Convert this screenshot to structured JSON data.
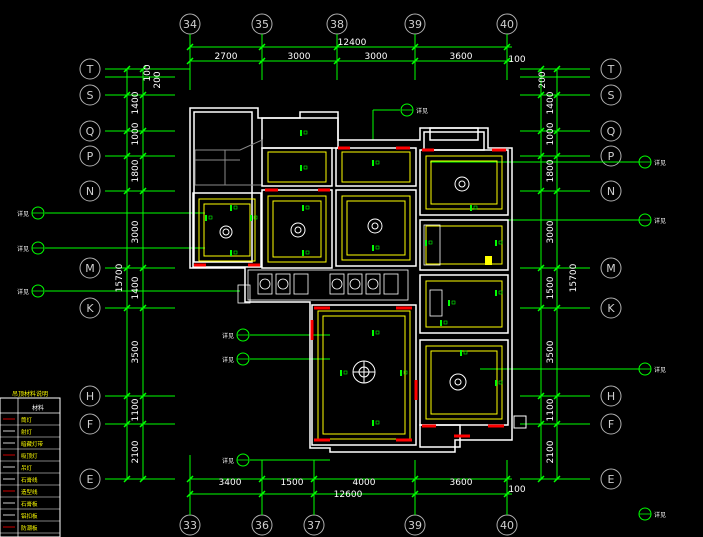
{
  "colors": {
    "background": "#000000",
    "dimension": "#00ff00",
    "wall": "#ffffff",
    "furniture": "#ffffff",
    "ceiling_line": "#ffff00",
    "accent_red": "#ff0000",
    "axis_bubble": "#b0b0b0",
    "axis_text": "#d0d0d0",
    "cyan": "#00ffff"
  },
  "axes": {
    "top": [
      "34",
      "35",
      "38",
      "39",
      "40"
    ],
    "bottom": [
      "33",
      "36",
      "37",
      "39",
      "40"
    ],
    "left": [
      "T",
      "S",
      "Q",
      "P",
      "N",
      "M",
      "K",
      "H",
      "F",
      "E"
    ],
    "right": [
      "T",
      "S",
      "Q",
      "P",
      "N",
      "M",
      "K",
      "H",
      "F",
      "E"
    ]
  },
  "dimensions": {
    "top_total": "12400",
    "top_segments": [
      "2700",
      "3000",
      "3000",
      "3600"
    ],
    "top_extra": "100",
    "bottom_total": "12600",
    "bottom_segments": [
      "3400",
      "1500",
      "4000",
      "3600"
    ],
    "bottom_extra": "100",
    "left_total": "15700",
    "left_segments": [
      "100",
      "200",
      "1400",
      "1000",
      "1800",
      "3000",
      "1400",
      "3500",
      "1100",
      "2100"
    ],
    "right_total": "15700",
    "right_segments": [
      "200",
      "1400",
      "1000",
      "1800",
      "3000",
      "1500",
      "3500",
      "1100",
      "2100"
    ]
  },
  "callouts": {
    "left": [
      "详见",
      "详见",
      "详见",
      "详见",
      "详见",
      "详见"
    ],
    "right": [
      "详见",
      "详见",
      "详见"
    ],
    "top": "详见",
    "bottom": "详见"
  },
  "legend": {
    "title": "吊顶材料说明",
    "header": "材料",
    "rows": [
      "筒灯",
      "射灯",
      "暗藏灯带",
      "吸顶灯",
      "吊灯",
      "石膏线",
      "造型线",
      "石膏板",
      "铝扣板",
      "防潮板"
    ]
  }
}
